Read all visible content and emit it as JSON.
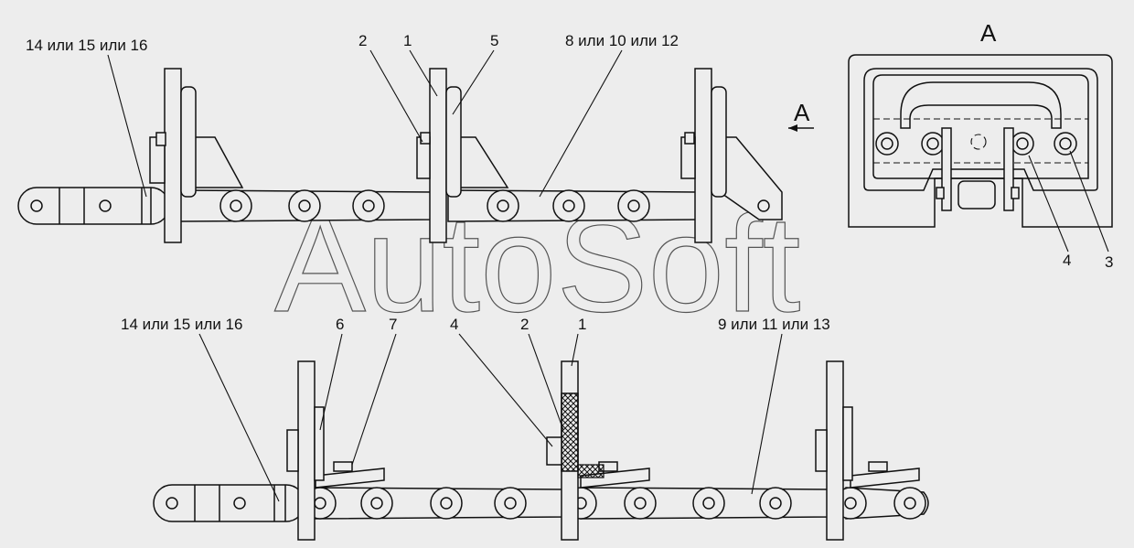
{
  "labels": {
    "top": {
      "l14_15_16": "14 или 15 или 16",
      "l2": "2",
      "l1": "1",
      "l5": "5",
      "l8_10_12": "8 или 10 или 12",
      "view_arrow": "А"
    },
    "detail": {
      "title": "А",
      "l4": "4",
      "l3": "3"
    },
    "bottom": {
      "l14_15_16": "14 или 15 или 16",
      "l6": "6",
      "l7": "7",
      "l4": "4",
      "l2": "2",
      "l1": "1",
      "l9_11_13": "9 или 11 или 13"
    }
  },
  "watermark": "AutoSoft"
}
